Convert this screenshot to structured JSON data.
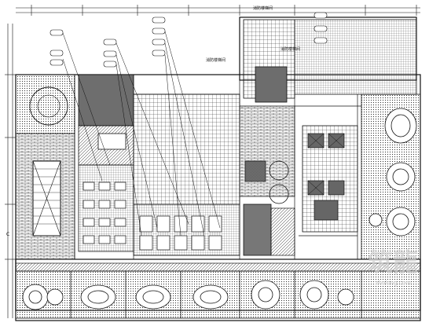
{
  "drawing": {
    "room_labels": [
      "消防楼梯间",
      "消防楼梯间",
      "消防楼梯间"
    ],
    "left_axis_label": "C",
    "watermark_brand": "zhulong.com",
    "colors": {
      "line": "#111111",
      "hatch_dark": "#555555",
      "hatch_mid": "#8a8a8a",
      "paper": "#ffffff",
      "watermark": "#c9c9c9"
    }
  }
}
